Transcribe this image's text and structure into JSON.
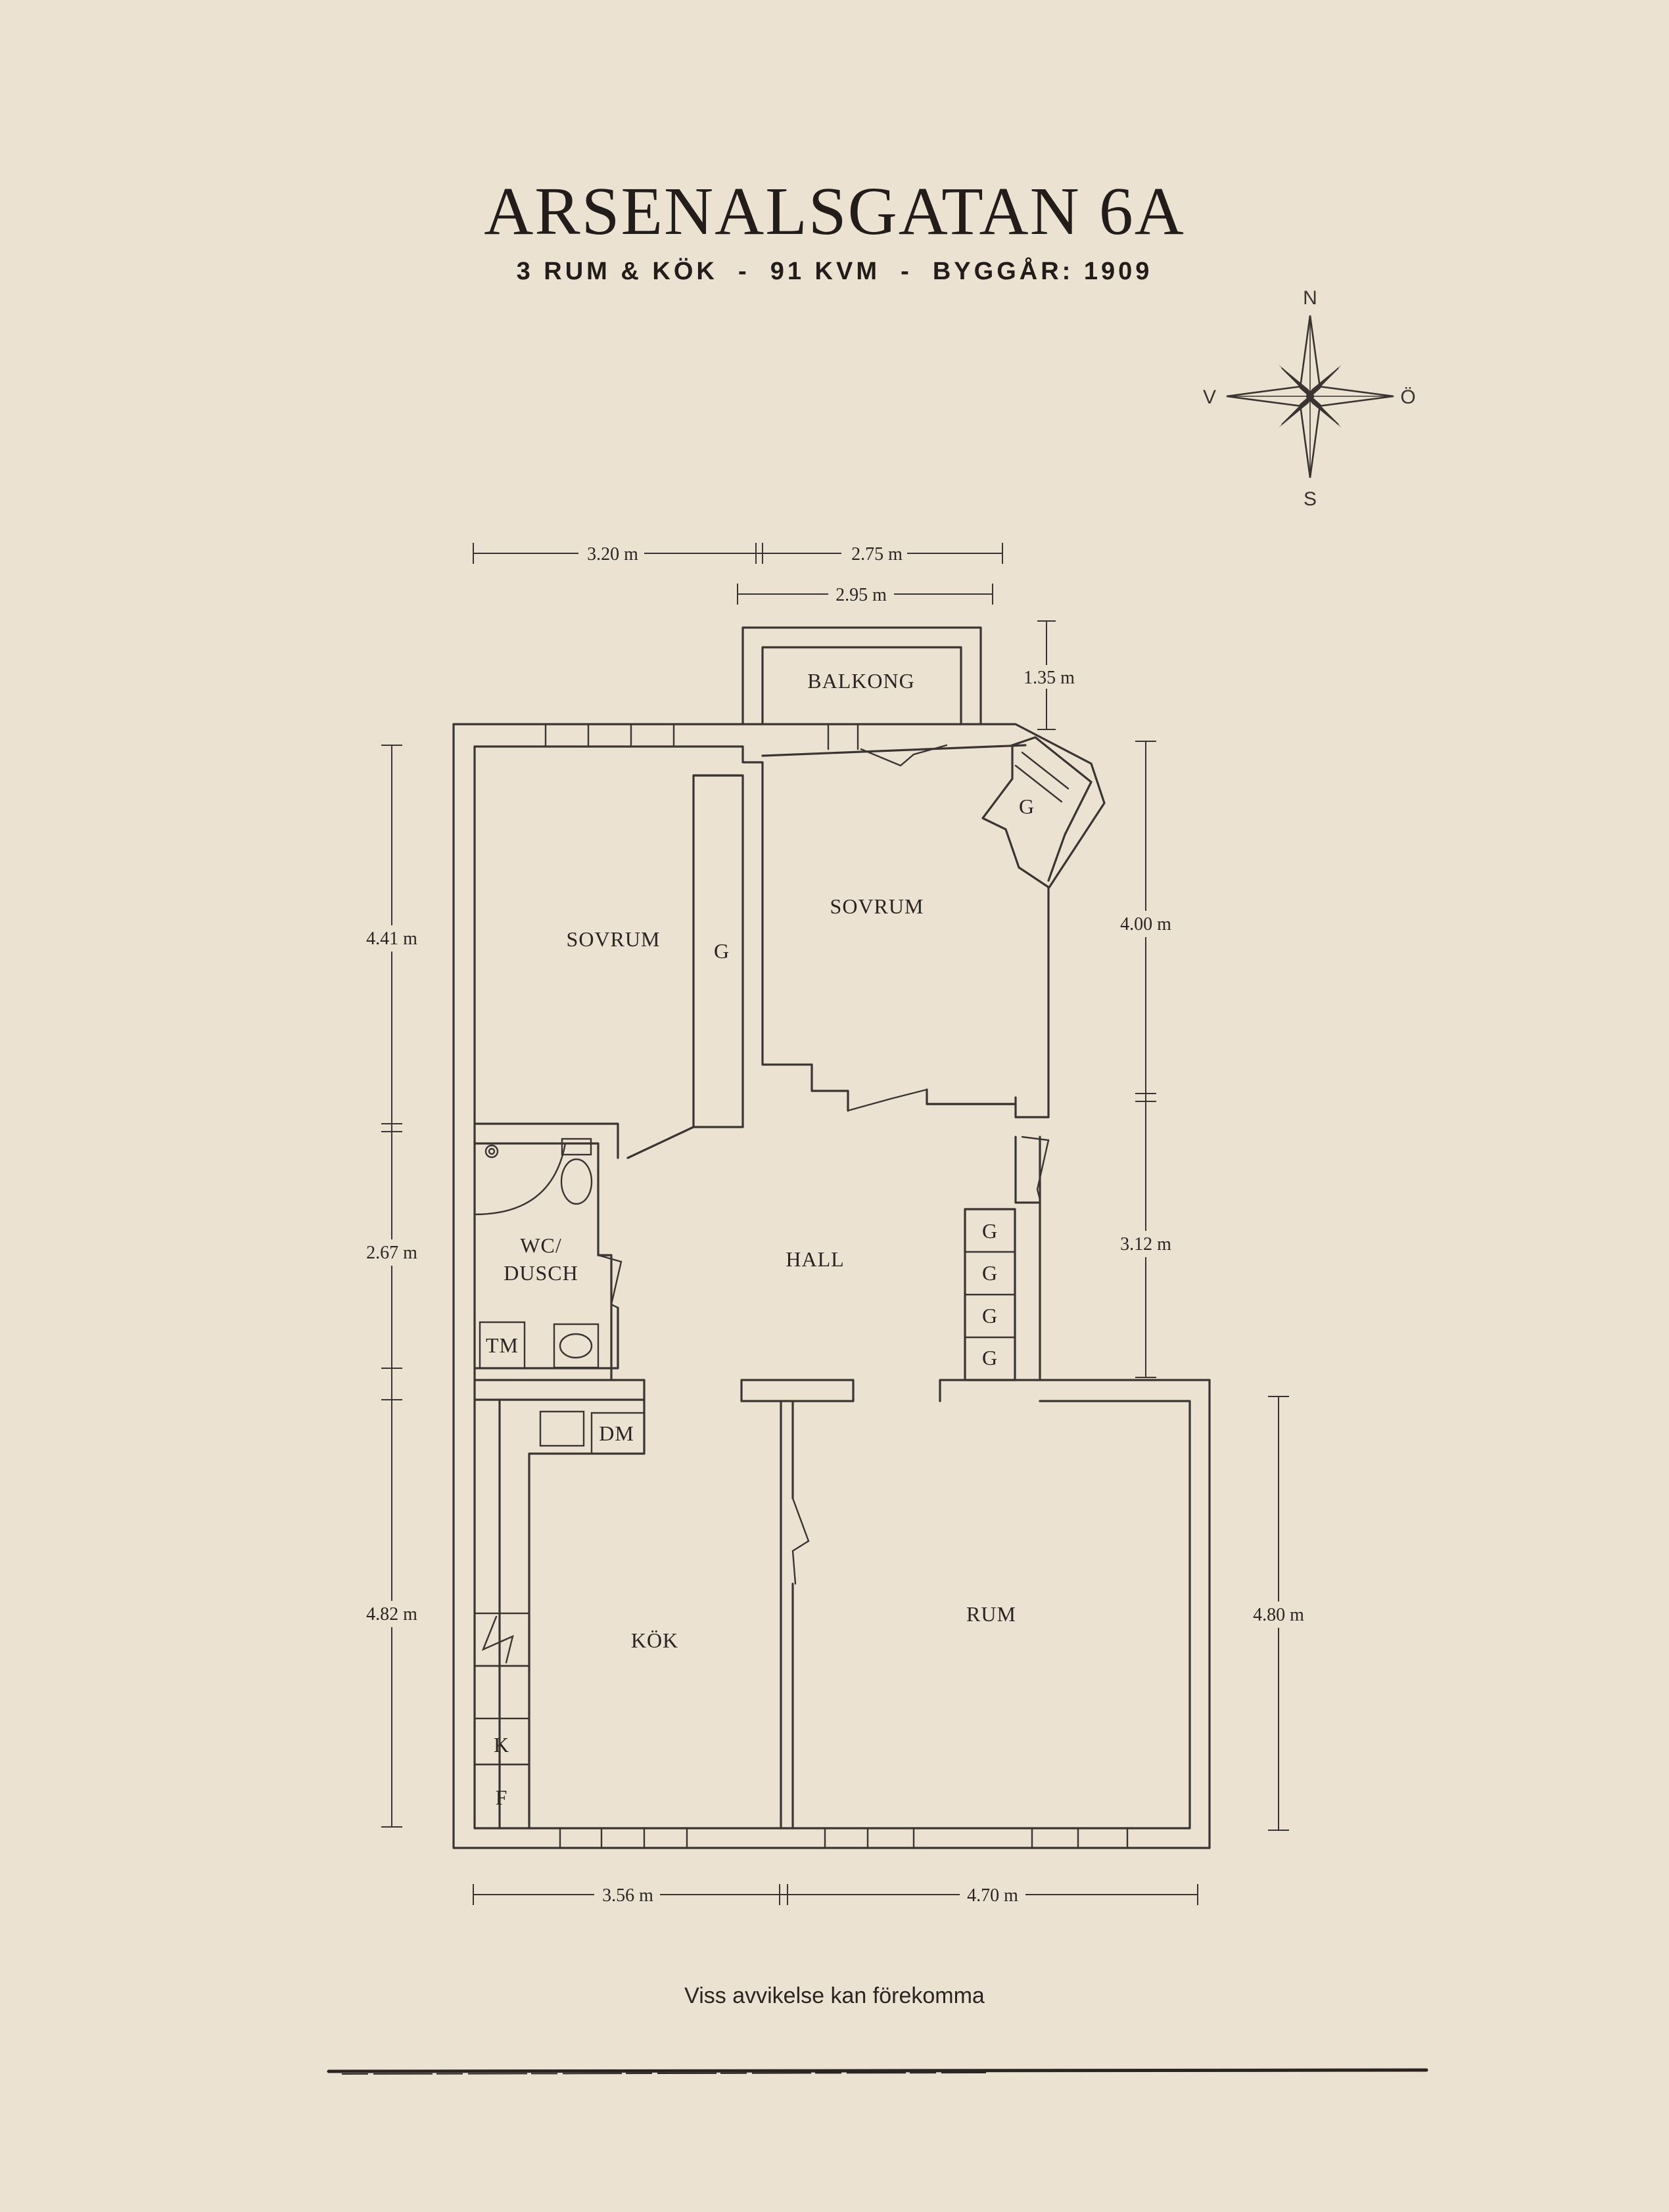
{
  "title": "ARSENALSGATAN 6A",
  "subtitle": "3 RUM & KÖK  -  91 KVM  -  BYGGÅR: 1909",
  "footer": "Viss avvikelse kan förekomma",
  "compass": {
    "n": "N",
    "s": "S",
    "e": "Ö",
    "w": "V"
  },
  "rooms": {
    "balkong": "BALKONG",
    "sovrum_left": "SOVRUM",
    "sovrum_right": "SOVRUM",
    "hall": "HALL",
    "wc_line1": "WC/",
    "wc_line2": "DUSCH",
    "kok": "KÖK",
    "rum": "RUM"
  },
  "fixtures": {
    "g_left": "G",
    "g_right": "G",
    "g_hall_1": "G",
    "g_hall_2": "G",
    "g_hall_3": "G",
    "g_hall_4": "G",
    "tm": "TM",
    "dm": "DM",
    "k": "K",
    "f": "F"
  },
  "dimensions": {
    "top_left": "3.20 m",
    "top_right": "2.75 m",
    "balcony_width": "2.95 m",
    "balcony_depth": "1.35 m",
    "left_top": "4.41 m",
    "left_mid": "2.67 m",
    "left_bottom": "4.82 m",
    "right_top": "4.00 m",
    "right_mid": "3.12 m",
    "right_bottom": "4.80 m",
    "bottom_left": "3.56 m",
    "bottom_right": "4.70 m"
  }
}
